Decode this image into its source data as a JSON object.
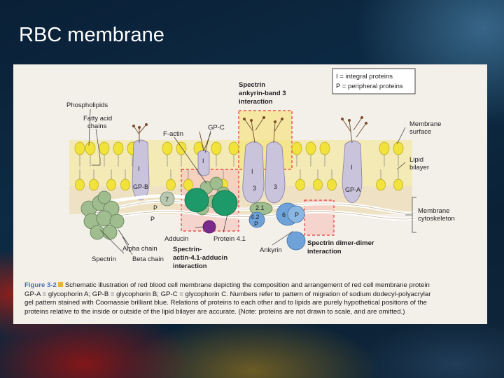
{
  "slide": {
    "title": "RBC membrane"
  },
  "figure": {
    "legend": [
      "I = integral proteins",
      "P = peripheral proteins"
    ],
    "labels": {
      "phospholipids": "Phospholipids",
      "fatty_acid": [
        "Fatty acid",
        "chains"
      ],
      "factin": "F-actin",
      "gpc": "GP-C",
      "spectrin_ankyrin": [
        "Spectrin",
        "ankyrin-band 3",
        "interaction"
      ],
      "membrane_surface": [
        "Membrane",
        "surface"
      ],
      "lipid_bilayer": [
        "Lipid",
        "bilayer"
      ],
      "membrane_cytoskeleton": [
        "Membrane",
        "cytoskeleton"
      ],
      "gpb": "GP-B",
      "gpa": "GP-A",
      "band7": "7",
      "p1": "P",
      "p2": "P",
      "p3": "P",
      "p4": "P",
      "i1": "I",
      "i2": "I",
      "i3": "I",
      "i4": "I",
      "band3a": "3",
      "band3b": "3",
      "band21": "2.1",
      "band42": "4.2",
      "band6": "6",
      "adducin": "Adducin",
      "protein41": "Protein 4.1",
      "alpha_chain": "Alpha chain",
      "beta_chain": "Beta chain",
      "spectrin": "Spectrin",
      "ankyrin": "Ankyrin",
      "spectrin_actin": [
        "Spectrin-",
        "actin-4.1-adducin",
        "interaction"
      ],
      "spectrin_dimer": [
        "Spectrin dimer-dimer",
        "interaction"
      ]
    },
    "caption": {
      "fig_label": "Figure 3-2",
      "lines": [
        "Schematic illustration of red blood cell membrane depicting the composition and arrangement of red cell membrane protein",
        "GP-A = glycophorin A; GP-B = glycophorin B; GP-C = glycophorin C. Numbers refer to pattern of migration of sodium dodecyl-polyacrylar",
        "gel pattern stained with Coomassie brilliant blue. Relations of proteins to each other and to lipids are purely hypothetical positions of the",
        "proteins relative to the inside or outside of the lipid bilayer are accurate. (Note: proteins are not drawn to scale, and are omitted.)"
      ]
    },
    "colors": {
      "lipid_head": "#f2e23c",
      "bilayer_band": "#f4eab6",
      "cytoskeleton_band": "#efe2c4",
      "glycoprotein": "#c9c3dc",
      "actin_green": "#1e9a6a",
      "spectrin_green": "#9fbd8e",
      "protein_blue": "#6fa2d8",
      "adducin_purple": "#7a2a8c",
      "interaction_box": "#e23b3b",
      "interaction_fill": "#f7c7c2",
      "interaction_fill_yellow": "#f6e27a"
    }
  }
}
